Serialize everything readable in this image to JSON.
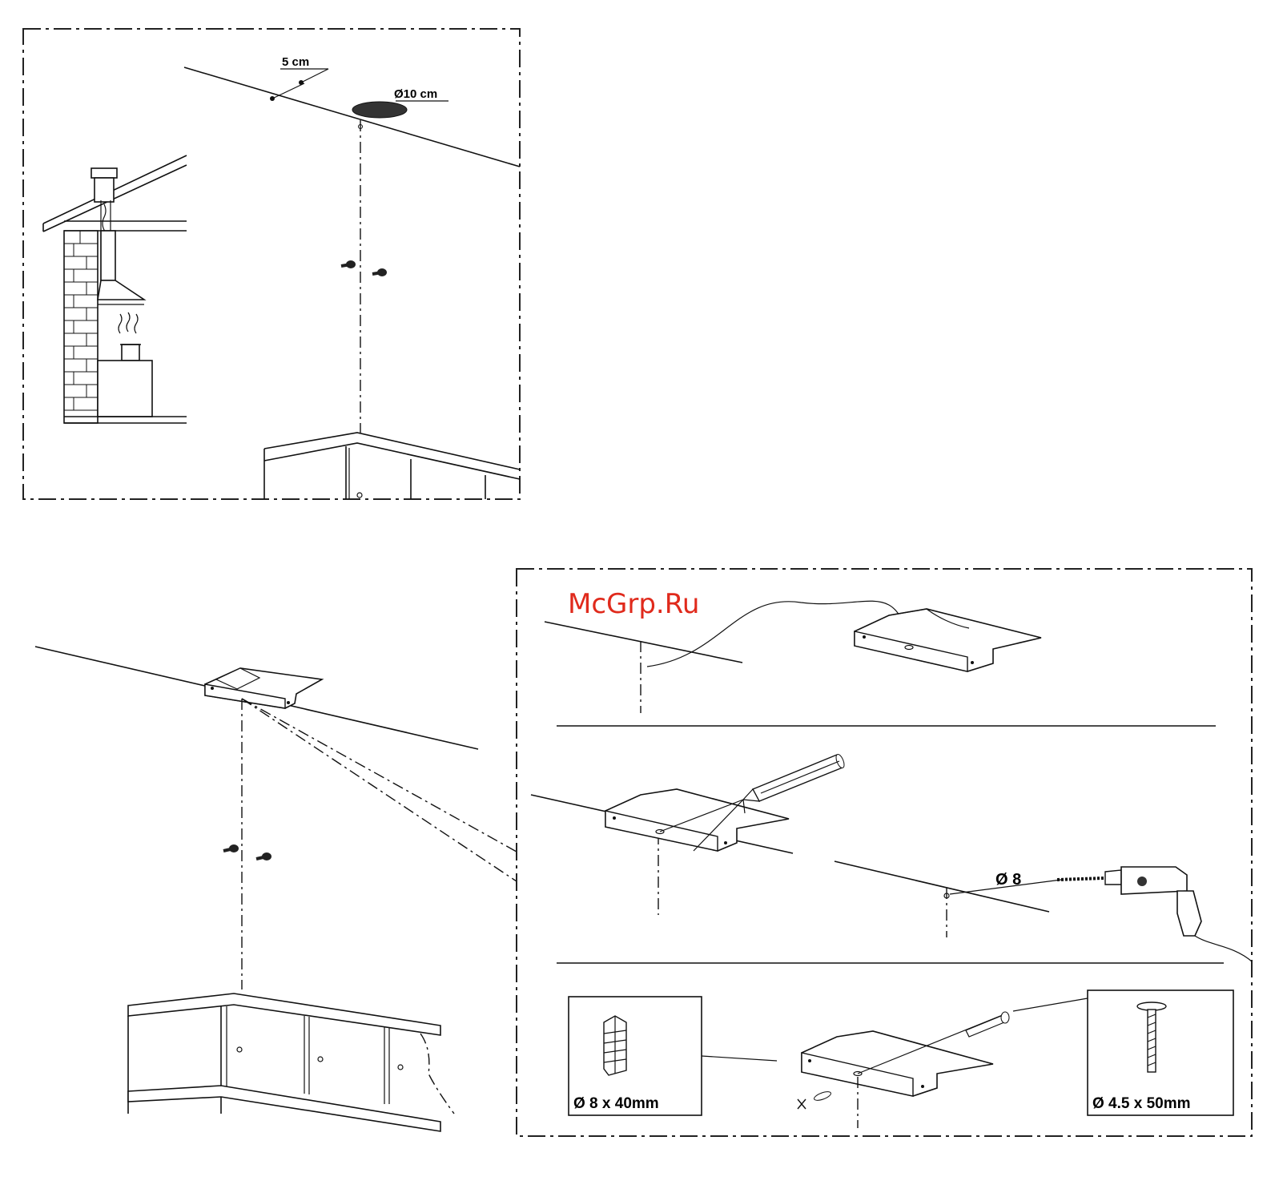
{
  "watermark": "McGrp.Ru",
  "labels": {
    "offset": "5 cm",
    "duct_diameter": "Ø10 cm",
    "drill_bit": "Ø 8",
    "wall_plug": "Ø 8 x 40mm",
    "screw": "Ø 4.5 x 50mm"
  },
  "icons": [
    "chimney-icon",
    "cooker-hood-icon",
    "steaming-pot-icon",
    "bracket-icon",
    "pencil-icon",
    "drill-icon",
    "wall-plug-icon",
    "screw-icon"
  ]
}
